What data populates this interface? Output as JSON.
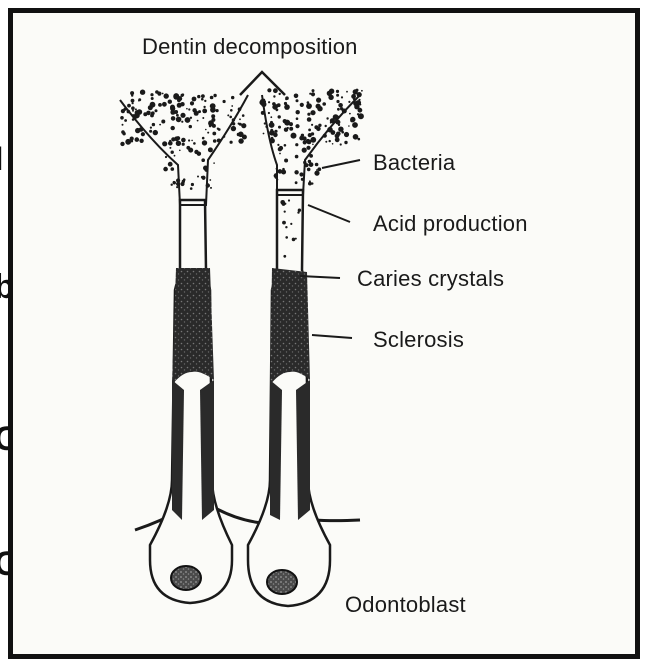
{
  "figure": {
    "labels": {
      "dentin_decomposition": "Dentin decomposition",
      "bacteria": "Bacteria",
      "acid_production": "Acid production",
      "caries_crystals": "Caries crystals",
      "sclerosis": "Sclerosis",
      "odontoblast": "Odontoblast"
    },
    "colors": {
      "ink": "#1a1a1a",
      "paper": "#fbfbf8",
      "border": "#111111"
    }
  }
}
